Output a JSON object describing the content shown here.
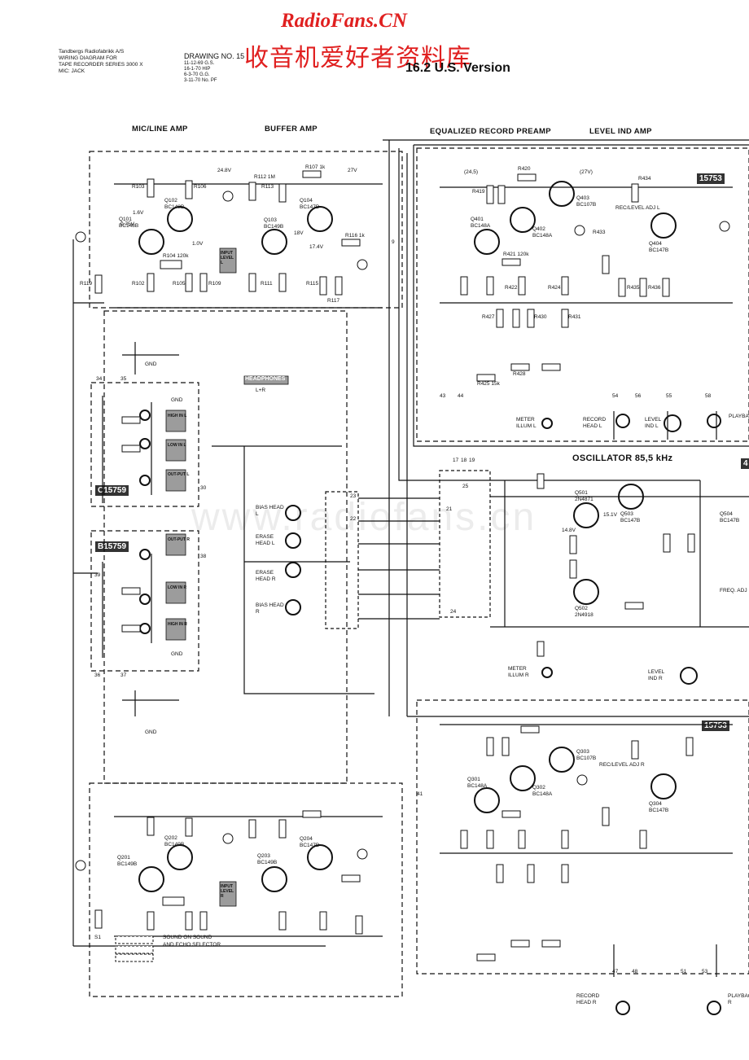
{
  "watermark": {
    "site": "RadioFans.CN",
    "chinese": "收音机爱好者资料库",
    "ghost": "www.radiofans.cn"
  },
  "header": {
    "company": "Tandbergs Radiofabrikk A/S",
    "title1": "WIRING DIAGRAM FOR",
    "title2": "TAPE RECORDER SERIES 3000 X",
    "title3": "MIC: JACK",
    "drawing": "DRAWING NO. 15",
    "dates": [
      "11-12-69 G.S.",
      "16-1-70 HIP",
      "6-3-70 G.G.",
      "3-11-70 No. PF"
    ],
    "version": "16.2 U.S. Version"
  },
  "sections": {
    "mic_line_amp": "MIC/LINE AMP",
    "buffer_amp": "BUFFER AMP",
    "eq_preamp": "EQUALIZED RECORD PREAMP",
    "level_ind_amp": "LEVEL IND AMP",
    "oscillator": "OSCILLATOR 85,5 kHz"
  },
  "boards": {
    "top": "15753",
    "bottom": "15753",
    "c": "C15759",
    "b": "B15759",
    "osc": "4"
  },
  "labels": {
    "headphones": "HEADPHONES",
    "lr": "L+R",
    "gnd": "GND",
    "sound_on_sound": "SOUND ON SOUND",
    "echo_selector": "AND ECHO SELECTOR",
    "s1": "S1",
    "input_level_l": "INPUT LEVEL L",
    "input_level_r": "INPUT LEVEL R",
    "rec_level_l": "REC/LEVEL ADJ L",
    "rec_level_r": "REC/LEVEL ADJ R",
    "freq_adj": "FREQ. ADJ"
  },
  "connector_boxes": {
    "c": [
      "HIGH IN L",
      "LOW IN L",
      "OUT-PUT L"
    ],
    "b": [
      "OUT-PUT R",
      "LOW IN R",
      "HIGH IN R"
    ]
  },
  "heads": [
    "BIAS HEAD L",
    "ERASE HEAD L",
    "ERASE HEAD R",
    "BIAS HEAD R"
  ],
  "bottom_labels": [
    "METER ILLUM L",
    "RECORD HEAD L",
    "LEVEL IND L",
    "PLAYBACK",
    "METER ILLUM R",
    "LEVEL IND R",
    "RECORD HEAD R",
    "PLAYBACK R"
  ],
  "transistors": [
    {
      "ref": "Q101",
      "type": "BC148B"
    },
    {
      "ref": "Q102",
      "type": "BC148B"
    },
    {
      "ref": "Q103",
      "type": "BC149B"
    },
    {
      "ref": "Q104",
      "type": "BC147B"
    },
    {
      "ref": "Q401",
      "type": "BC148A"
    },
    {
      "ref": "Q402",
      "type": "BC148A"
    },
    {
      "ref": "Q403",
      "type": "BC107B"
    },
    {
      "ref": "Q404",
      "type": "BC147B"
    },
    {
      "ref": "Q201",
      "type": "BC149B"
    },
    {
      "ref": "Q202",
      "type": "BC149B"
    },
    {
      "ref": "Q203",
      "type": "BC149B"
    },
    {
      "ref": "Q204",
      "type": "BC147B"
    },
    {
      "ref": "Q301",
      "type": "BC148A"
    },
    {
      "ref": "Q302",
      "type": "BC148A"
    },
    {
      "ref": "Q303",
      "type": "BC107B"
    },
    {
      "ref": "Q304",
      "type": "BC147B"
    },
    {
      "ref": "Q501",
      "type": "2N4871"
    },
    {
      "ref": "Q502",
      "type": "2N4918"
    },
    {
      "ref": "Q503",
      "type": "BC147B"
    },
    {
      "ref": "Q504",
      "type": "BC147B"
    }
  ],
  "resistors_top": [
    "R103",
    "R106",
    "R107 1k",
    "R112 1M",
    "R113",
    "R116 1k",
    "R104 120k",
    "R102",
    "R105",
    "R109",
    "R111",
    "R115",
    "R117",
    "R119"
  ],
  "resistors_eq": [
    "R420",
    "R419",
    "R421 120k",
    "R422",
    "R424",
    "R425 15k",
    "R427",
    "R428",
    "R430",
    "R431",
    "R433",
    "R434",
    "R435",
    "R436"
  ],
  "voltages": [
    "24.8V",
    "27V",
    "(24,5)",
    "(27V)",
    "1.6V",
    "0.75V",
    "1.0V",
    "17.4V",
    "18V",
    "14.8V",
    "15.1V"
  ],
  "pins": [
    "9",
    "17",
    "18",
    "19",
    "21",
    "22",
    "23",
    "24",
    "25",
    "30",
    "34",
    "35",
    "36",
    "37",
    "38",
    "39",
    "41",
    "43",
    "44",
    "47",
    "48",
    "51",
    "53",
    "54",
    "55",
    "56",
    "58"
  ]
}
